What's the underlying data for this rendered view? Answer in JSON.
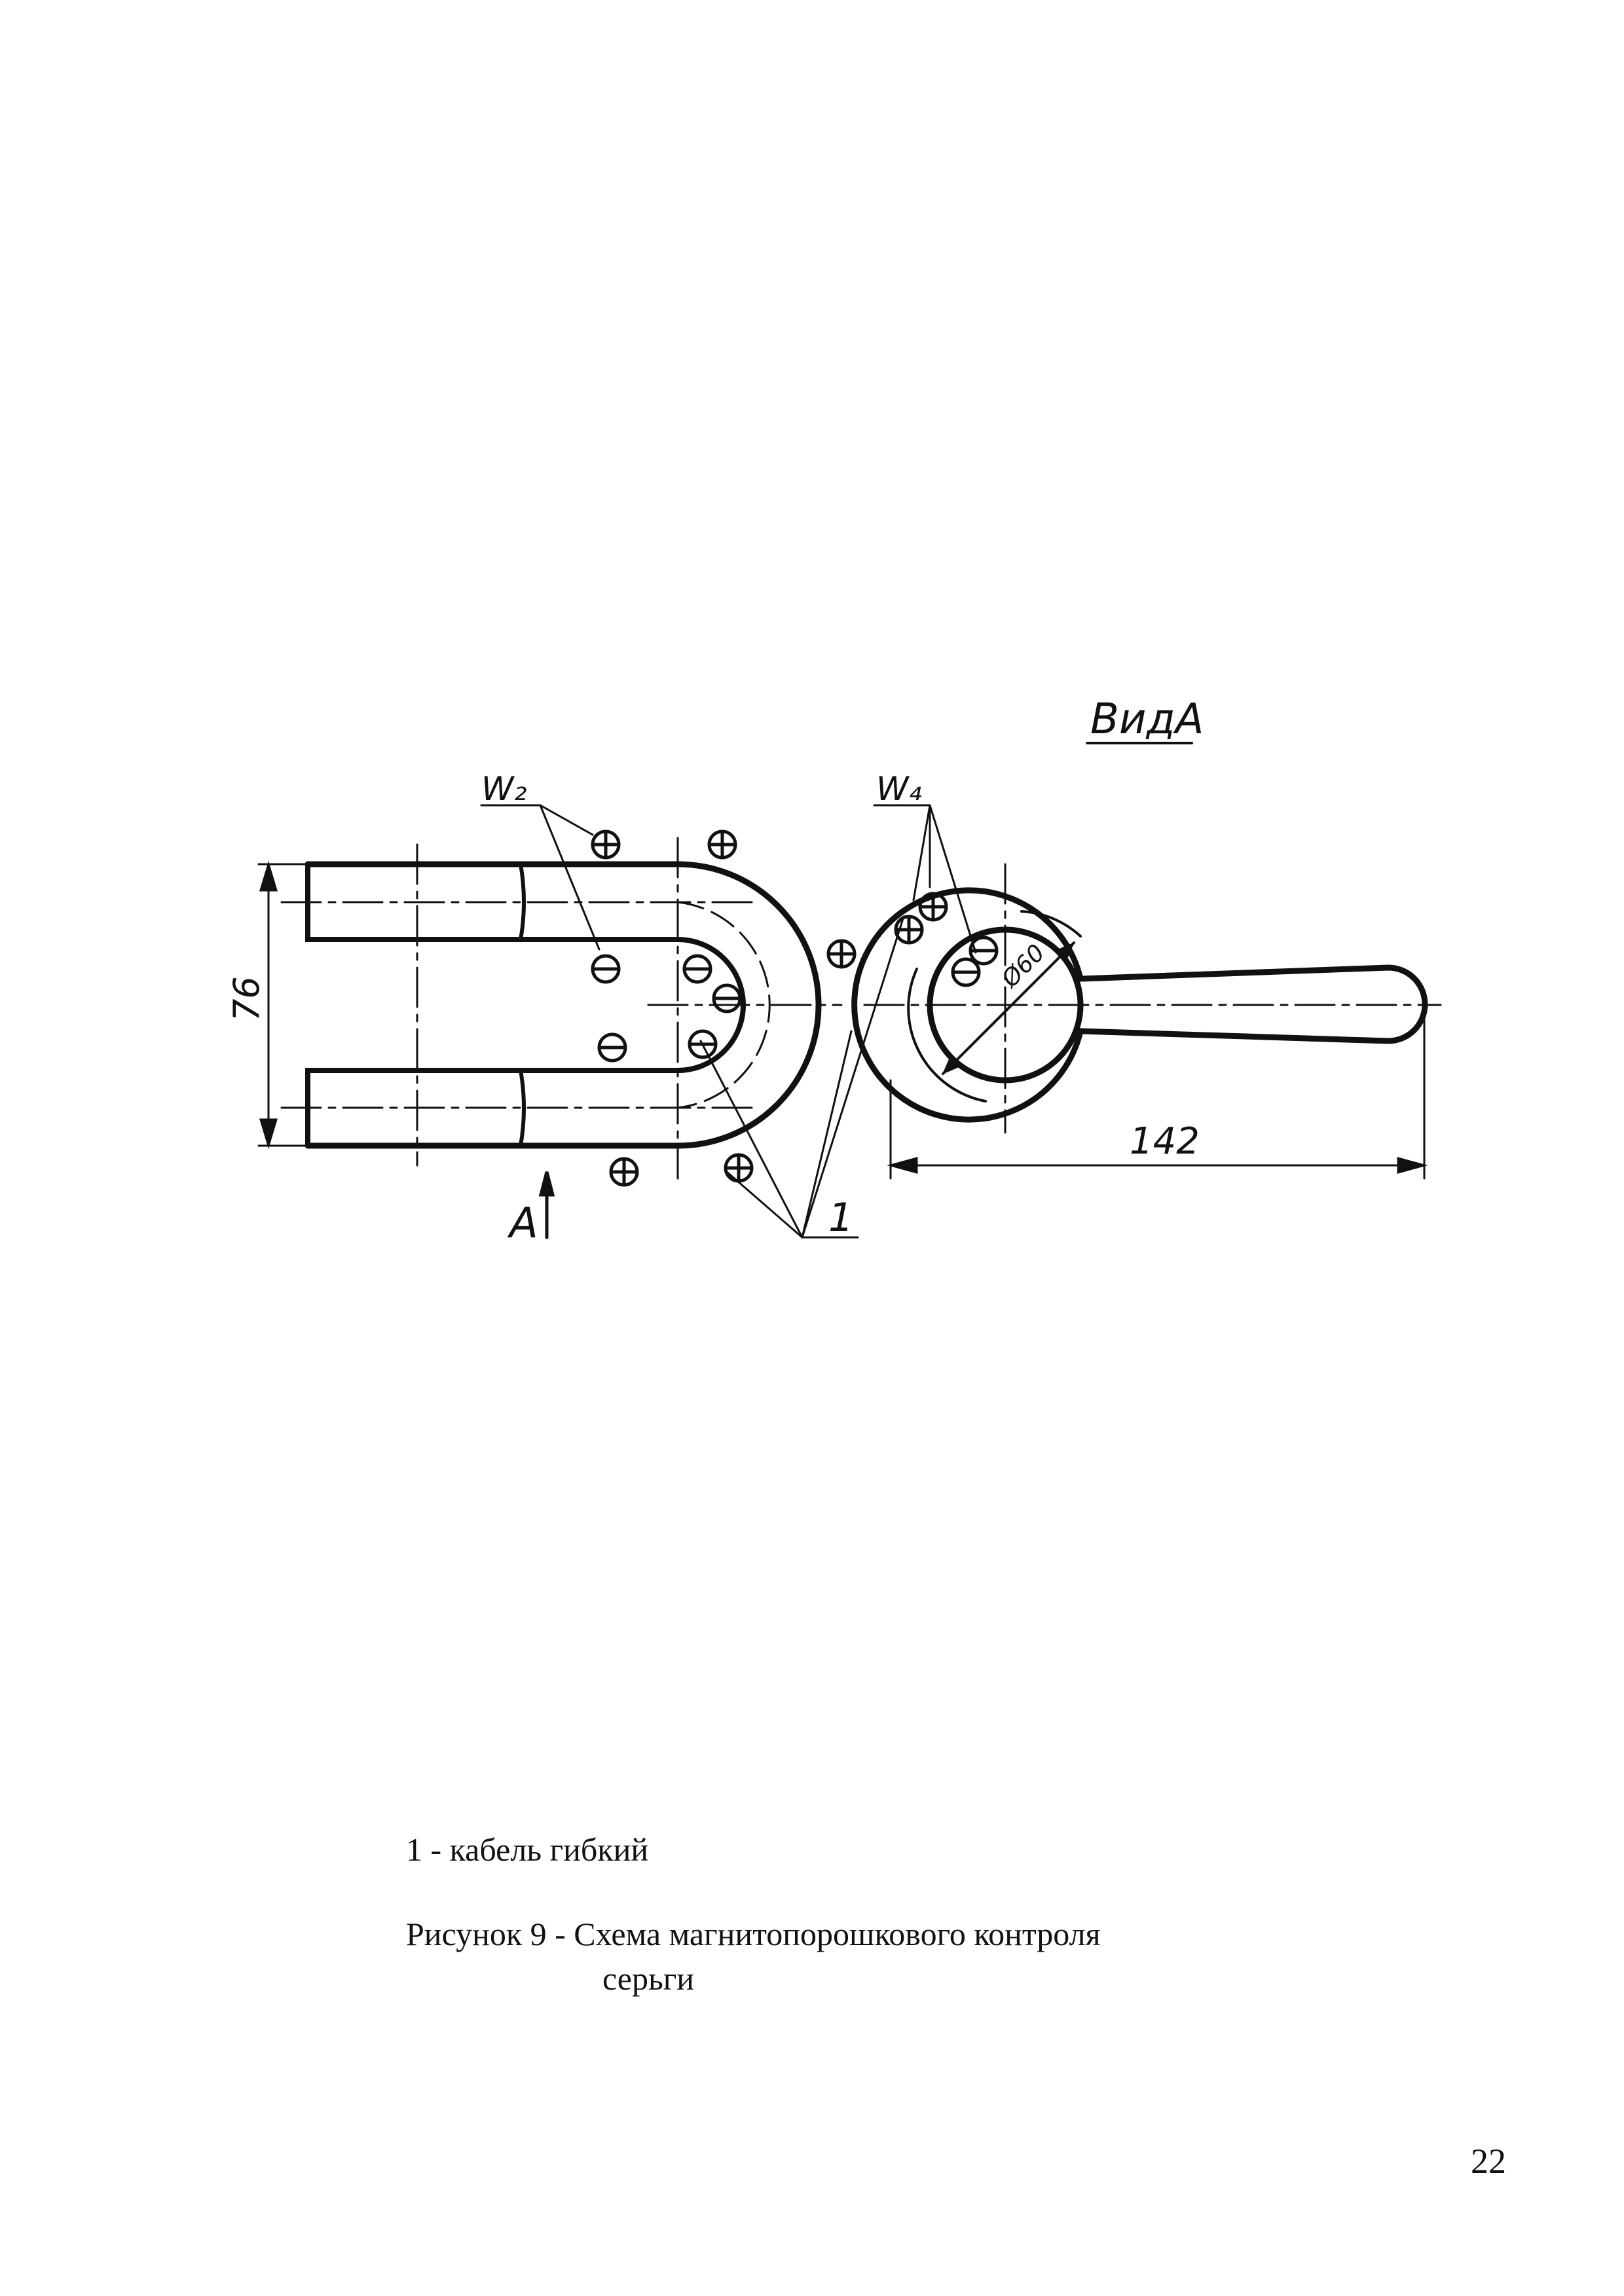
{
  "drawing": {
    "view_label": "ВидА",
    "section_mark": "А",
    "winding_left": "W₂",
    "winding_right": "W₄",
    "callout": "1",
    "dim_height": "76",
    "dim_length": "142",
    "dim_diameter": "Ø60"
  },
  "legend": {
    "item_1": "1 - кабель гибкий"
  },
  "caption": {
    "line1": "Рисунок 9 - Схема магнитопорошкового контроля",
    "line2": "серьги"
  },
  "page_number": "22"
}
